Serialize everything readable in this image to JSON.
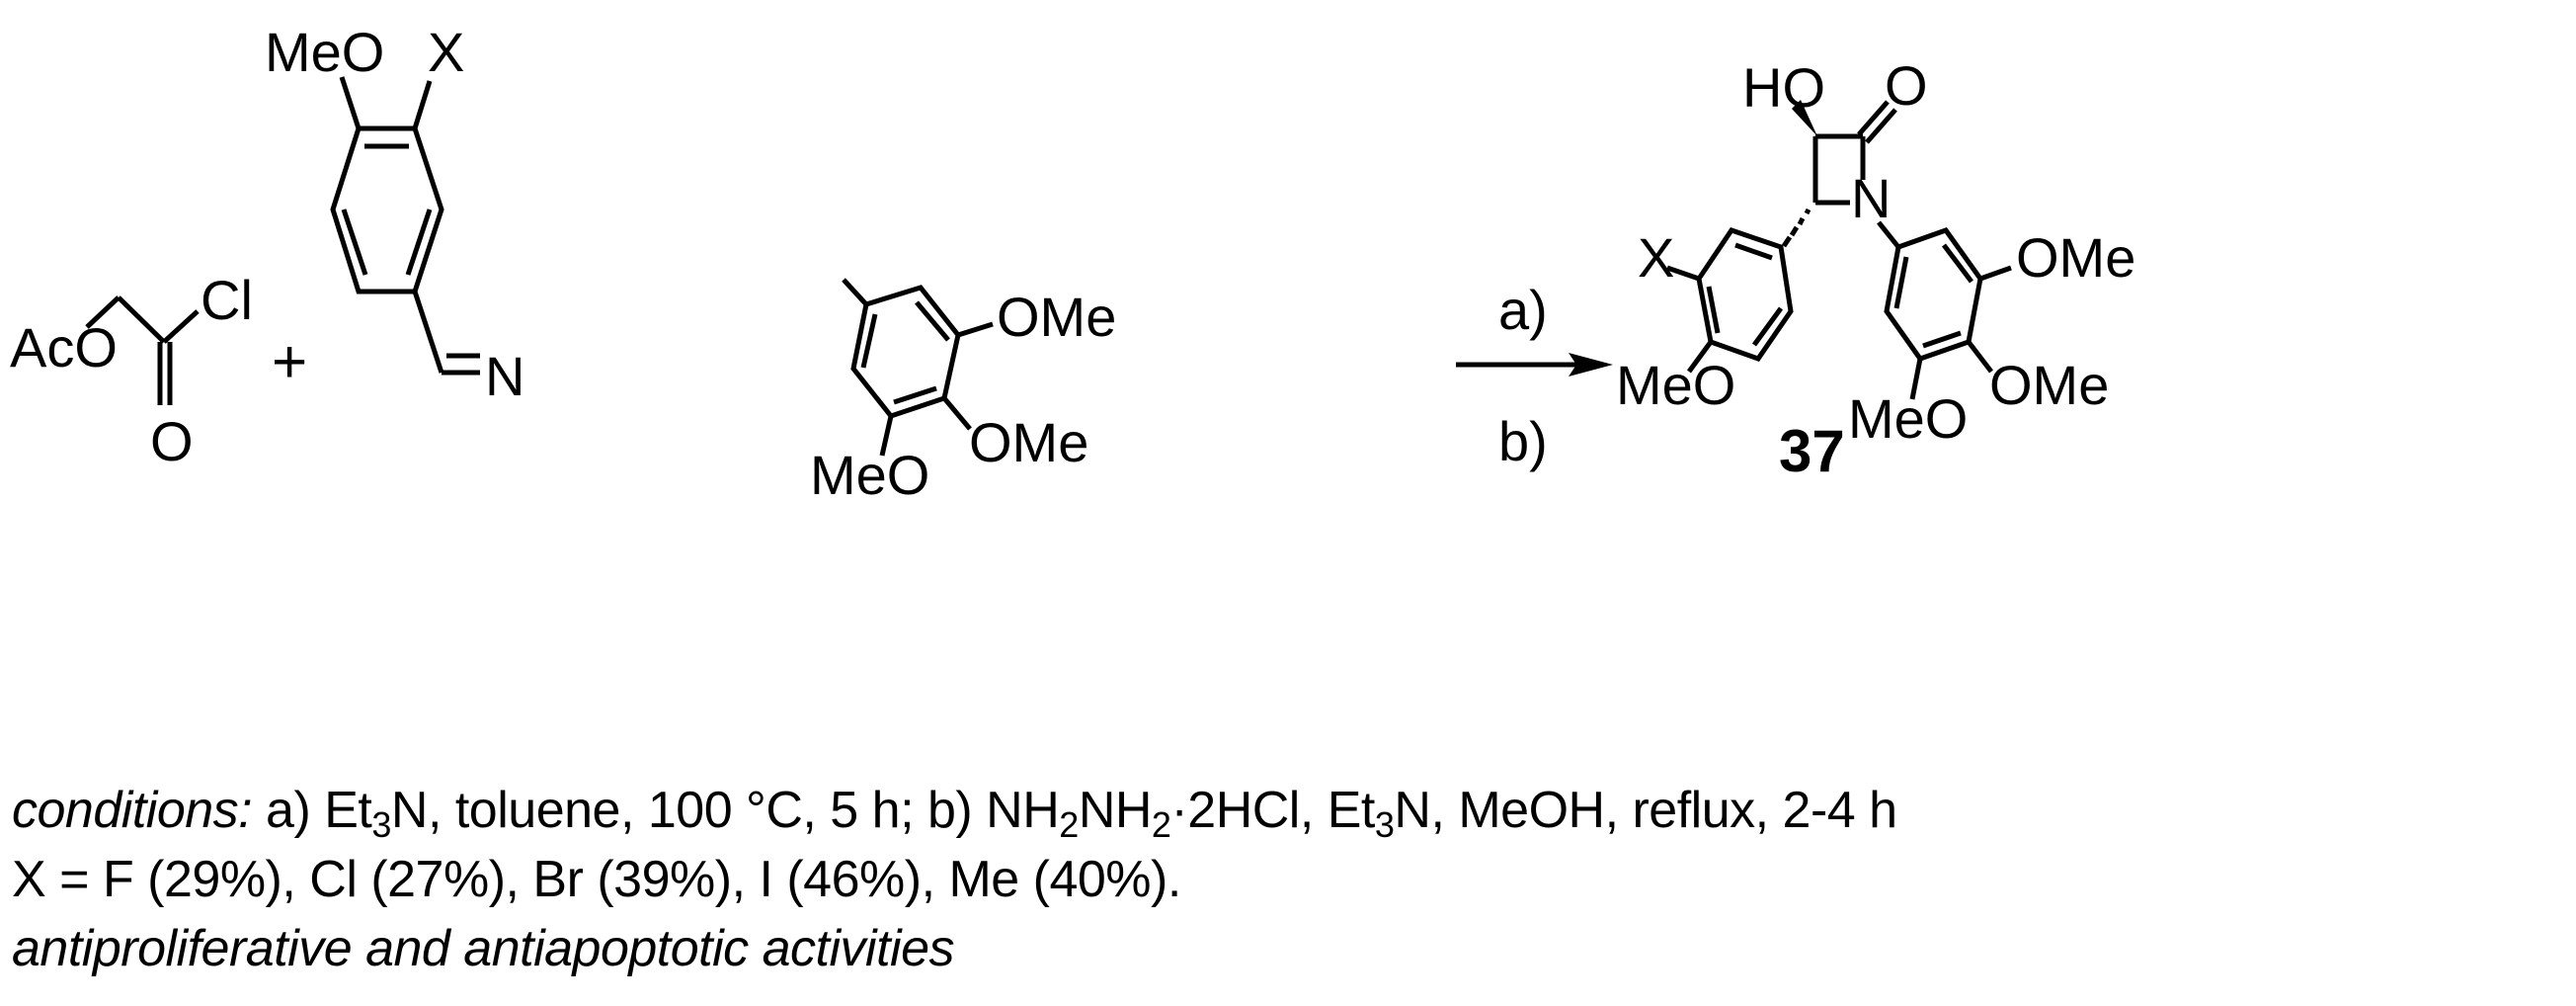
{
  "scheme": {
    "reactant1": {
      "name": "acetoxyacetyl chloride",
      "labels": {
        "aco": "AcO",
        "cl": "Cl",
        "o": "O"
      }
    },
    "plus": "+",
    "reactant2": {
      "name": "imine",
      "labels": {
        "meo_top": "MeO",
        "x_top": "X",
        "n": "N",
        "ome_1": "OMe",
        "ome_2": "OMe",
        "meo_bottom": "MeO"
      }
    },
    "arrow": {
      "above": "a)",
      "below": "b)"
    },
    "product": {
      "compound_number": "37",
      "labels": {
        "ho": "HO",
        "o": "O",
        "n": "N",
        "x": "X",
        "meo_left": "MeO",
        "ome_1": "OMe",
        "ome_2": "OMe",
        "meo_bottom": "MeO"
      }
    }
  },
  "caption": {
    "line1": {
      "prefix_italic": "conditions:",
      "a_part1": " a) Et",
      "a_sub": "3",
      "a_part2": "N, toluene, 100 °C, 5 h; b) NH",
      "b_sub1": "2",
      "b_part1": "NH",
      "b_sub2": "2",
      "b_part2": "·2HCl, Et",
      "b_sub3": "3",
      "b_part3": "N, MeOH, reflux, 2-4 h"
    },
    "line2": "X = F (29%), Cl (27%), Br (39%), I (46%), Me (40%).",
    "line3": "antiproliferative and antiapoptotic activities"
  },
  "yields": [
    {
      "x": "F",
      "yield": "29%"
    },
    {
      "x": "Cl",
      "yield": "27%"
    },
    {
      "x": "Br",
      "yield": "39%"
    },
    {
      "x": "I",
      "yield": "46%"
    },
    {
      "x": "Me",
      "yield": "40%"
    }
  ]
}
